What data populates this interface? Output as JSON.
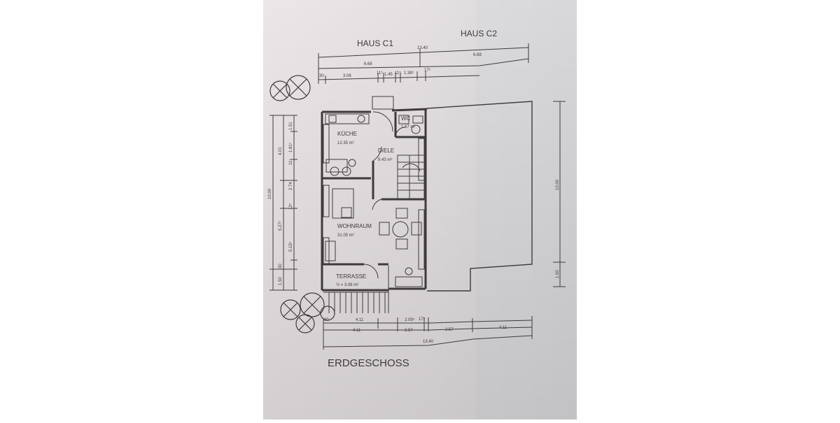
{
  "labels": {
    "haus_c1": "HAUS C1",
    "haus_c2": "HAUS C2",
    "floor_title": "ERDGESCHOSS"
  },
  "rooms": {
    "kueche": {
      "name": "KÜCHE",
      "area": "12.35 m²"
    },
    "diele": {
      "name": "DIELE",
      "area": "9.43 m²"
    },
    "wc": {
      "name": "WC",
      "area": "1.67 m²"
    },
    "wohnraum": {
      "name": "WOHNRAUM",
      "area": "31.05 m²"
    },
    "terrasse": {
      "name": "TERRASSE",
      "area": "½ = 3.08 m²"
    }
  },
  "dimensions": {
    "top": {
      "total": "13.40",
      "c1": "6.68",
      "c2": "6.68",
      "d_30": "30",
      "d_308": "3.08",
      "d_115": "11⁵",
      "d_145": "1.45",
      "d_115b": "11⁵",
      "d_138": "1.38⁵",
      "d_175": "17⁵"
    },
    "left": {
      "total": "10.00",
      "d_401": "4.01",
      "d_151": "1.51",
      "d_181": "1.81⁵",
      "d_11": "11⁵",
      "d_274": "2.74",
      "d_12": "12⁵",
      "d_527": "5.27⁵",
      "d_515": "5.15⁵",
      "d_30": "30",
      "d_150": "1.50"
    },
    "right": {
      "total": "10.00",
      "d_150": "1.50"
    },
    "bottom": {
      "d_411a": "4.11",
      "d_209": "2.09⁵",
      "d_175": "17⁵",
      "d_30": "30",
      "d_411b": "4.11",
      "d_257a": "2.57",
      "d_257b": "2.57",
      "d_411c": "4.11",
      "total": "13.40"
    }
  },
  "colors": {
    "background": "#ffffff",
    "paper_left": "#e9e4e4",
    "paper_right": "#dcdcde",
    "ink": "#3f3a3c"
  }
}
